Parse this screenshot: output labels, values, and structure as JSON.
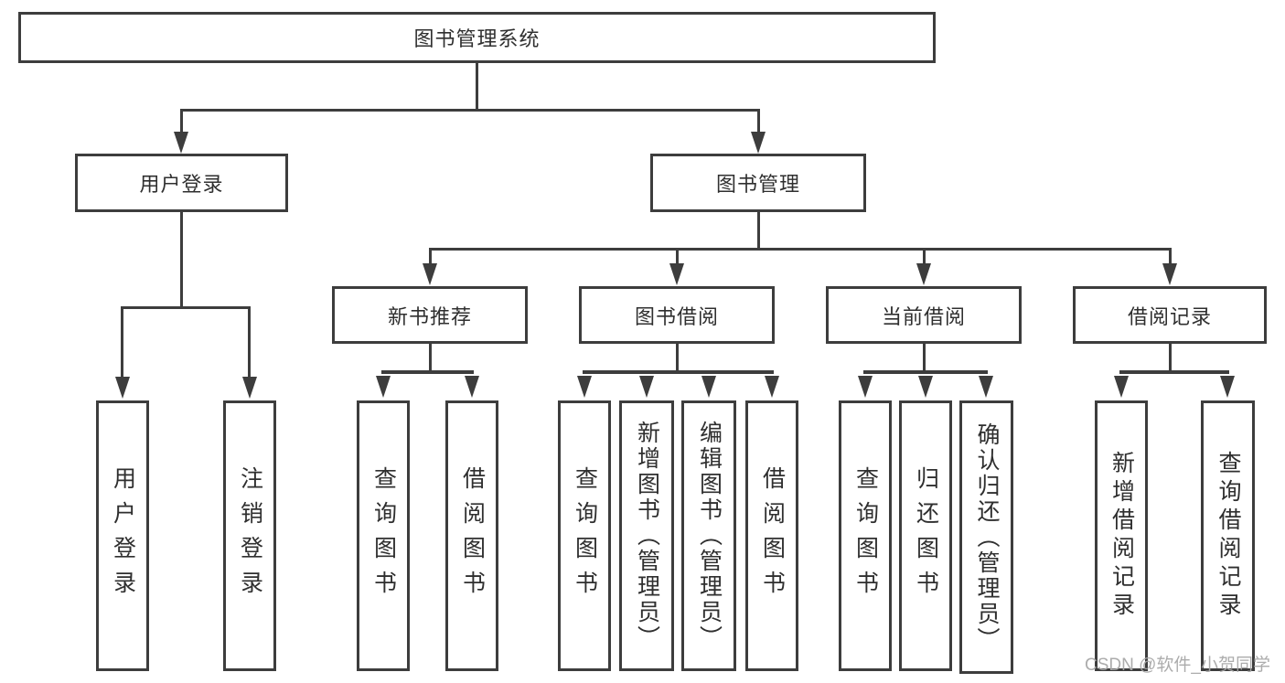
{
  "nodes": {
    "root": {
      "label": "图书管理系统"
    }
  },
  "level2": [
    {
      "label": "用户登录"
    },
    {
      "label": "图书管理"
    }
  ],
  "level3": [
    {
      "label": "新书推荐"
    },
    {
      "label": "图书借阅"
    },
    {
      "label": "当前借阅"
    },
    {
      "label": "借阅记录"
    }
  ],
  "leaves": [
    {
      "label": "用户登录"
    },
    {
      "label": "注销登录"
    },
    {
      "label": "查询图书"
    },
    {
      "label": "借阅图书"
    },
    {
      "label": "查询图书"
    },
    {
      "label": "新增图书（管理员）"
    },
    {
      "label": "编辑图书（管理员）"
    },
    {
      "label": "借阅图书"
    },
    {
      "label": "查询图书"
    },
    {
      "label": "归还图书"
    },
    {
      "label": "确认归还（管理员）"
    },
    {
      "label": "新增借阅记录"
    },
    {
      "label": "查询借阅记录"
    }
  ],
  "watermark": "CSDN @软件_小贺同学",
  "colors": {
    "line": "#3d3d3d",
    "text": "#2f2f2f",
    "watermark": "#a8a8a8",
    "background": "#ffffff"
  }
}
